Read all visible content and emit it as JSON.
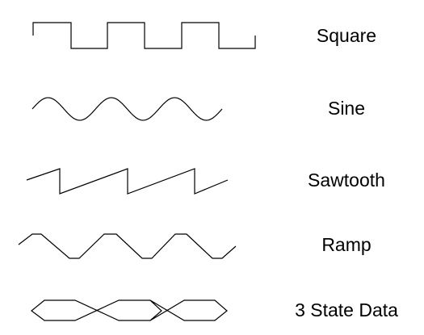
{
  "waveforms": [
    {
      "key": "square",
      "label": "Square"
    },
    {
      "key": "sine",
      "label": "Sine"
    },
    {
      "key": "sawtooth",
      "label": "Sawtooth"
    },
    {
      "key": "ramp",
      "label": "Ramp"
    },
    {
      "key": "3state",
      "label": "3 State Data"
    }
  ],
  "colors": {
    "stroke": "#000000",
    "background": "#ffffff",
    "text": "#000000"
  }
}
